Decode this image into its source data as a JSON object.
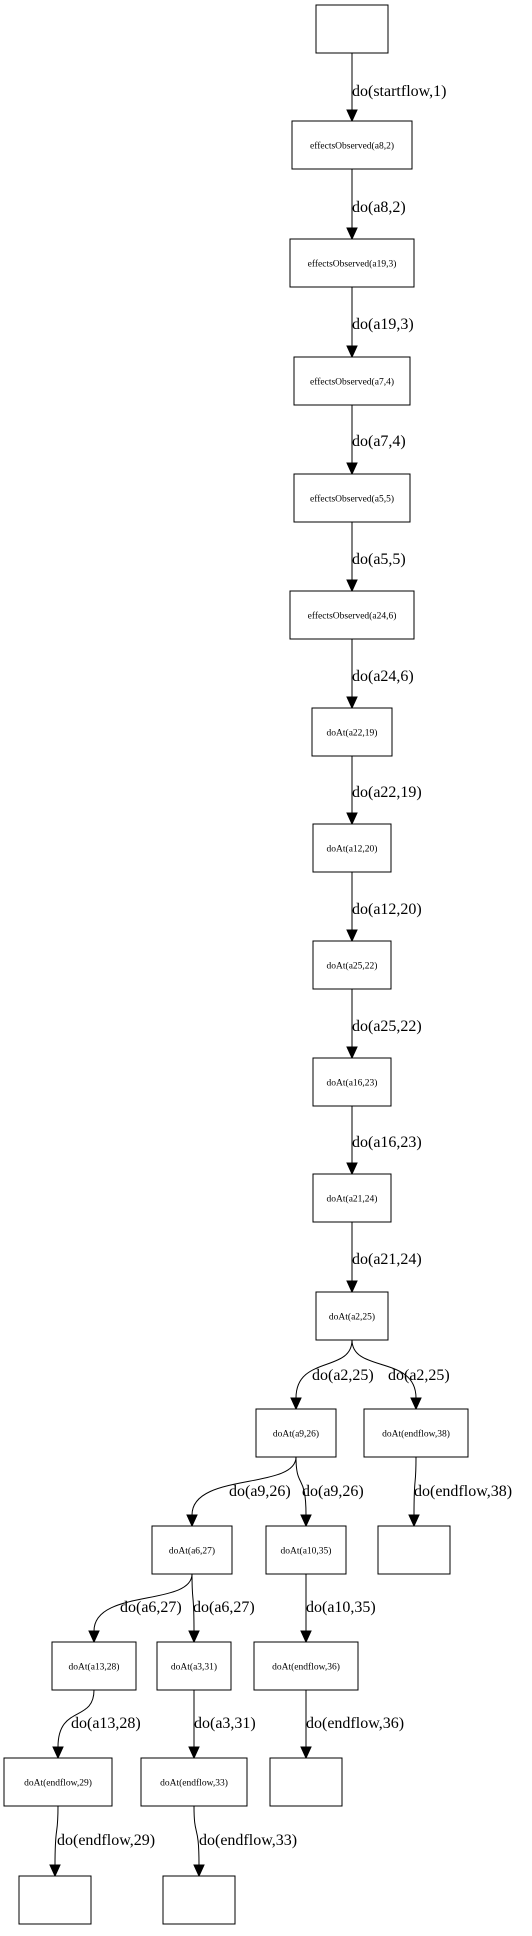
{
  "diagram": {
    "nodes": [
      {
        "id": "n0",
        "label": ""
      },
      {
        "id": "n1",
        "label": "effectsObserved(a8,2)"
      },
      {
        "id": "n2",
        "label": "effectsObserved(a19,3)"
      },
      {
        "id": "n3",
        "label": "effectsObserved(a7,4)"
      },
      {
        "id": "n4",
        "label": "effectsObserved(a5,5)"
      },
      {
        "id": "n5",
        "label": "effectsObserved(a24,6)"
      },
      {
        "id": "n6",
        "label": "doAt(a22,19)"
      },
      {
        "id": "n7",
        "label": "doAt(a12,20)"
      },
      {
        "id": "n8",
        "label": "doAt(a25,22)"
      },
      {
        "id": "n9",
        "label": "doAt(a16,23)"
      },
      {
        "id": "n10",
        "label": "doAt(a21,24)"
      },
      {
        "id": "n11",
        "label": "doAt(a2,25)"
      },
      {
        "id": "n12",
        "label": "doAt(a9,26)"
      },
      {
        "id": "n13",
        "label": "doAt(endflow,38)"
      },
      {
        "id": "n14",
        "label": "doAt(a6,27)"
      },
      {
        "id": "n15",
        "label": "doAt(a10,35)"
      },
      {
        "id": "n16",
        "label": ""
      },
      {
        "id": "n17",
        "label": "doAt(a13,28)"
      },
      {
        "id": "n18",
        "label": "doAt(a3,31)"
      },
      {
        "id": "n19",
        "label": "doAt(endflow,36)"
      },
      {
        "id": "n20",
        "label": "doAt(endflow,29)"
      },
      {
        "id": "n21",
        "label": "doAt(endflow,33)"
      },
      {
        "id": "n22",
        "label": ""
      },
      {
        "id": "n23",
        "label": ""
      },
      {
        "id": "n24",
        "label": ""
      }
    ],
    "edges": [
      {
        "from": "n0",
        "to": "n1",
        "label": "do(startflow,1)"
      },
      {
        "from": "n1",
        "to": "n2",
        "label": "do(a8,2)"
      },
      {
        "from": "n2",
        "to": "n3",
        "label": "do(a19,3)"
      },
      {
        "from": "n3",
        "to": "n4",
        "label": "do(a7,4)"
      },
      {
        "from": "n4",
        "to": "n5",
        "label": "do(a5,5)"
      },
      {
        "from": "n5",
        "to": "n6",
        "label": "do(a24,6)"
      },
      {
        "from": "n6",
        "to": "n7",
        "label": "do(a22,19)"
      },
      {
        "from": "n7",
        "to": "n8",
        "label": "do(a12,20)"
      },
      {
        "from": "n8",
        "to": "n9",
        "label": "do(a25,22)"
      },
      {
        "from": "n9",
        "to": "n10",
        "label": "do(a16,23)"
      },
      {
        "from": "n10",
        "to": "n11",
        "label": "do(a21,24)"
      },
      {
        "from": "n11",
        "to": "n12",
        "label": "do(a2,25)"
      },
      {
        "from": "n11",
        "to": "n13",
        "label": "do(a2,25)"
      },
      {
        "from": "n12",
        "to": "n14",
        "label": "do(a9,26)"
      },
      {
        "from": "n12",
        "to": "n15",
        "label": "do(a9,26)"
      },
      {
        "from": "n13",
        "to": "n16",
        "label": "do(endflow,38)"
      },
      {
        "from": "n14",
        "to": "n17",
        "label": "do(a6,27)"
      },
      {
        "from": "n14",
        "to": "n18",
        "label": "do(a6,27)"
      },
      {
        "from": "n15",
        "to": "n19",
        "label": "do(a10,35)"
      },
      {
        "from": "n17",
        "to": "n20",
        "label": "do(a13,28)"
      },
      {
        "from": "n18",
        "to": "n21",
        "label": "do(a3,31)"
      },
      {
        "from": "n19",
        "to": "n22",
        "label": "do(endflow,36)"
      },
      {
        "from": "n20",
        "to": "n23",
        "label": "do(endflow,29)"
      },
      {
        "from": "n21",
        "to": "n24",
        "label": "do(endflow,33)"
      }
    ]
  }
}
